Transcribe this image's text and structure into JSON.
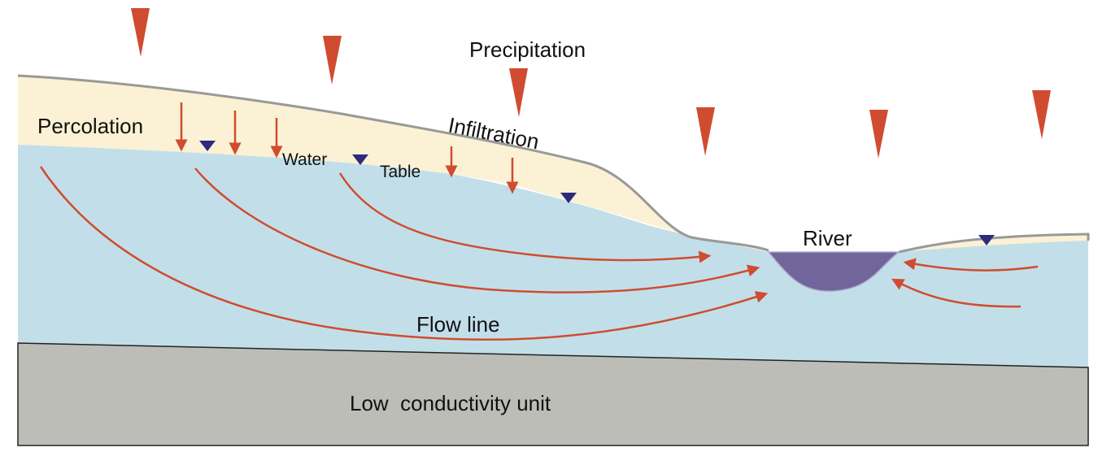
{
  "diagram": {
    "title": "Groundwater flow toward a river",
    "labels": {
      "precipitation": "Precipitation",
      "percolation": "Percolation",
      "infiltration": "Infiltration",
      "water": "Water",
      "table": "Table",
      "river": "River",
      "flow_line": "Flow line",
      "low_conductivity": "Low  conductivity unit"
    },
    "colors": {
      "unsaturated_zone": "#fbf1d4",
      "saturated_zone": "#c2dfe9",
      "bedrock": "#bdbdb8",
      "river": "#70669c",
      "arrows": "#d04c30",
      "water_table_marker": "#2e2a80",
      "ground_surface": "#999999"
    }
  }
}
